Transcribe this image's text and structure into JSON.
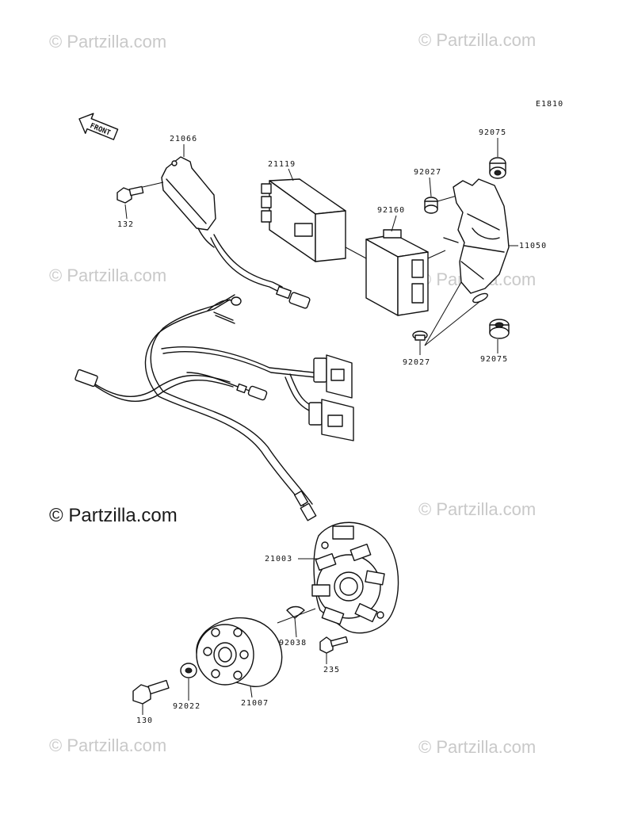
{
  "watermarks": {
    "top_left": "© Partzilla.com",
    "top_right": "© Partzilla.com",
    "mid_left": "© Partzilla.com",
    "mid_right": "© Partzilla.com",
    "center": "© Partzilla.com",
    "center_right": "© Partzilla.com",
    "bottom_left": "© Partzilla.com",
    "bottom_right": "© Partzilla.com"
  },
  "diagram_code": "E1810",
  "front_label": "FRONT",
  "parts": {
    "p21066": "21066",
    "p132": "132",
    "p21119": "21119",
    "p92027_top": "92027",
    "p92075_top": "92075",
    "p92160": "92160",
    "p11050": "11050",
    "p92027_bottom": "92027",
    "p92075_bottom": "92075",
    "p21003": "21003",
    "p92038": "92038",
    "p235": "235",
    "p21007": "21007",
    "p92022": "92022",
    "p130": "130"
  }
}
